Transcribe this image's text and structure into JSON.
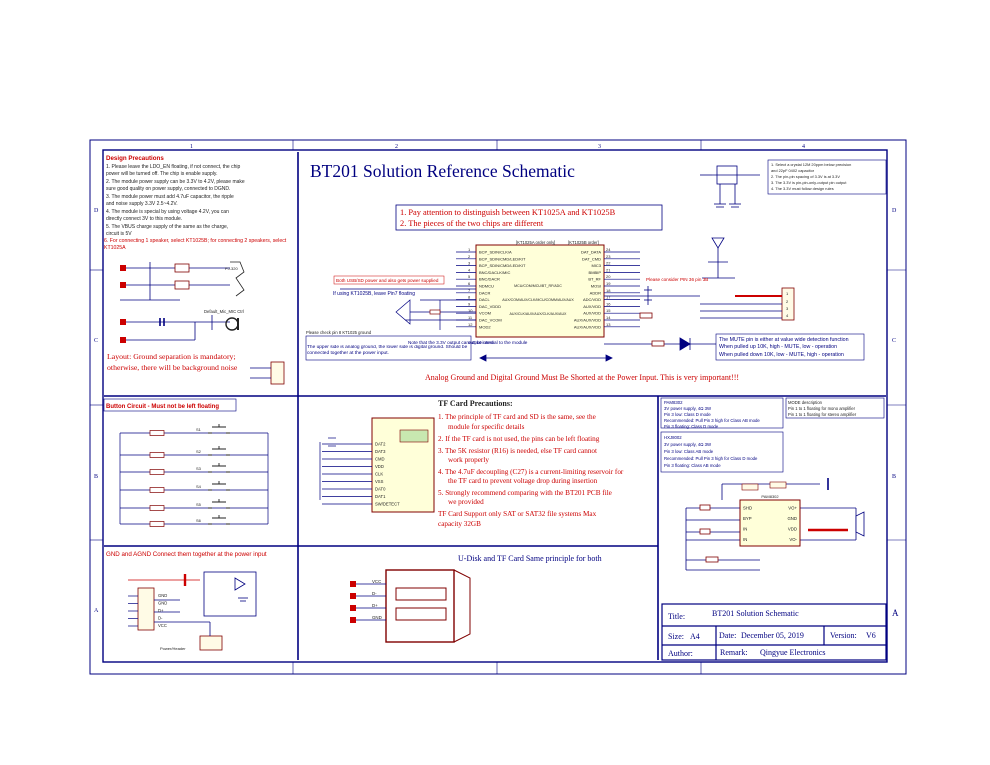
{
  "colors": {
    "border": "#000080",
    "wire": "#000080",
    "text": "#000080",
    "red": "#cc0000",
    "comp": "#800000",
    "dark": "#222222"
  },
  "frame": {
    "cols": [
      "1",
      "2",
      "3",
      "4"
    ],
    "rows": [
      "D",
      "C",
      "B",
      "A"
    ]
  },
  "design": {
    "heading": "Design Precautions",
    "lines": [
      "1. Please leave the LDO_EN floating, if not connect, the chip",
      "power will be turned off. The chip is enable supply.",
      "2. The module power supply can be 3.3V to 4.2V, please make",
      "sure good quality on power supply, connected to DGND.",
      "3. The module power must add 4.7uF capacitor, the ripple",
      "and noise supply 3.3V 2.5~4.2V.",
      "4. The module is special by using voltage 4.2V, you can",
      "directly connect 3V to this module.",
      "5. The VBUS charge supply of the same as the charge,",
      "circuit is 5V"
    ],
    "note6": "6. For connecting 1 speaker, select KT1025B; for connecting 2 speakers, select KT1025A"
  },
  "mic": {
    "label": "Default_Mic_MIC Ctrl"
  },
  "layout_note": {
    "text": "Layout: Ground separation is mandatory; otherwise, there will be background noise"
  },
  "title": {
    "main": "BT201 Solution Reference Schematic"
  },
  "attention": {
    "l1": "1. Pay attention to distinguish between KT1025A and KT1025B",
    "l2": "2. The pieces of the two chips are different"
  },
  "chip": {
    "hdr_left": "[KT1025A order only]",
    "hdr_right": "[KT1025B order]",
    "left_pins": [
      "BCP_SDIN/CLK/A",
      "BCP_SDIN/CMD/LED/KIT",
      "BCP_SDIN/CMD/LED/KIT",
      "BNC/DACLK/MIC",
      "BNC/DACR",
      "NDMCU",
      "DACR",
      "DACL",
      "DAC_VDDD",
      "VCOM",
      "DAC_VCOM",
      "MOD2"
    ],
    "left_nums": [
      "1",
      "2",
      "3",
      "4",
      "5",
      "6",
      "7",
      "8",
      "9",
      "10",
      "11",
      "12"
    ],
    "right_pins": [
      "DAT_DATA",
      "DAT_CMD",
      "MIC3",
      "BMBIP",
      "BT_RF",
      "MOSI",
      "ADDR",
      "ADC/VDD",
      "AUX/VDD",
      "AUX/VDD",
      "AUX/AUX/VDD",
      "AUX/AUX/VDD"
    ],
    "right_nums": [
      "24",
      "23",
      "22",
      "21",
      "20",
      "19",
      "18",
      "17",
      "16",
      "15",
      "14",
      "13"
    ],
    "center": [
      "MCU/COM/MCU/BT_RF/ADC",
      "AUX/COM/AUX/CLK/MCU/COMM/AUX/AUX",
      "AUX/CLK/AUX/AUX/CLK/AUX/AUX"
    ]
  },
  "crystal": {
    "notes": [
      "1. Select a crystal 12M 20ppm below precision",
      "and 22pF 0402 capacitor",
      "2. The pin-pin spacing of 3.3V is at 3.3V",
      "3. The 3.3V is pin-pin-only-output pin output",
      "4. The 3.3V must follow design rules"
    ]
  },
  "notes_mid": {
    "sd_red": "Both USB/SD power and also gets power supplied",
    "if_kt1025b": "If using KT1025B, leave Pin7 floating",
    "note_33v": "Note that the 3.3V output cannot be used",
    "analog_note": "The upper side is analog ground, the lower side is digital ground. Should be connected together at the power input.",
    "pin8": "Please check pin 8 KT1025 ground",
    "to_module": "output internal to the module",
    "pa_warn": "Please consider PIN 36 pin 3B",
    "mute_1": "The MUTE pin is either at value wide detection function",
    "mute_2": "When pulled up 10K, high - MUTE, low - operation",
    "mute_3": "When pulled down 10K, low - MUTE, high - operation"
  },
  "ground_warning": "Analog Ground and Digital Ground Must Be Shorted at the Power Input. This is very important!!!",
  "buttons": {
    "heading": "Button Circuit - Must not be left floating",
    "labels": [
      "S1",
      "S2",
      "S3",
      "S4",
      "S5",
      "S6"
    ]
  },
  "tf": {
    "heading": "TF Card Precautions:",
    "lines": [
      "1. The principle of TF card and SD is the same, see the",
      "module for specific details",
      "2. If the TF card is not used, the pins can be left floating",
      "3. The 5K resistor (R16) is needed, else TF card cannot",
      "work properly",
      "4. The 4.7uF decoupling (C27) is a current-limiting reservoir for",
      "the TF card to prevent voltage drop during insertion",
      "5. Strongly recommend comparing with the BT201 PCB file",
      "we provided",
      "TF Card Support only SAT or SAT32 file systems Max",
      "capacity 32GB"
    ],
    "pins": [
      "DAT2",
      "DAT3",
      "CMD",
      "VDD",
      "CLK",
      "VSS",
      "DAT0",
      "DAT1",
      "SW/DETECT"
    ]
  },
  "usb": {
    "heading": "U-Disk and TF Card Same principle for both",
    "pins": [
      "VCC",
      "D-",
      "D+",
      "GND"
    ]
  },
  "gnd": {
    "heading": "GND and AGND Connect them together at the power input",
    "pins": [
      "GND",
      "GND",
      "D+",
      "D-",
      "VCC"
    ],
    "label": "Power/Header"
  },
  "amp": {
    "box1": [
      "PAM8302",
      "3V power supply, 4Ω 3W",
      "Pin 3 low: Class D mode",
      "Recommended: Pull Pin 3 high for Class AB mode",
      "Pin 3 floating: Class D mode"
    ],
    "box2": [
      "HXJ8002",
      "3V power supply, 4Ω 3W",
      "Pin 3 low: Class AB mode",
      "Recommended: Pull Pin 3 high for Class D mode",
      "Pin 3 floating: Class AB mode"
    ],
    "mode_title": "MODE description",
    "mode_lines": [
      "Pin 1 to 1 floating for mono amplifier",
      "Pin 1 to 1 floating for stereo amplifier"
    ],
    "ic_left": [
      "SHD",
      "BYP",
      "IN",
      "IN"
    ],
    "ic_right": [
      "VO+",
      "GND",
      "VDD",
      "VO-"
    ],
    "ic_name": "PAM8302"
  },
  "titleblock": {
    "title_label": "Title:",
    "title_value": "BT201 Solution Schematic",
    "size_label": "Size:",
    "size_value": "A4",
    "date_label": "Date:",
    "date_value": "December 05, 2019",
    "version_label": "Version:",
    "version_value": "V6",
    "author_label": "Author:",
    "remark_label": "Remark:",
    "remark_value": "Qingyue Electronics"
  }
}
